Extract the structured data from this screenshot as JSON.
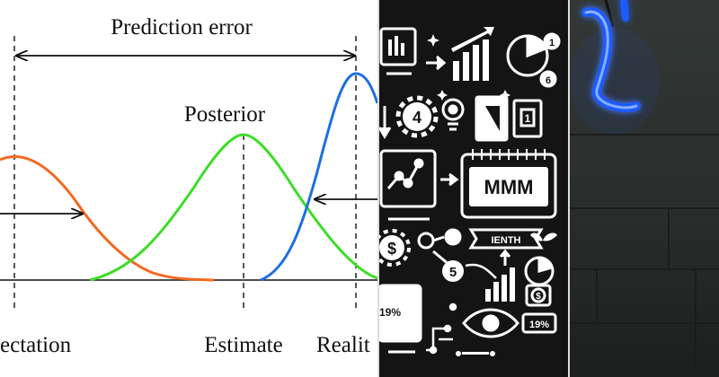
{
  "diagram": {
    "top_label": "Prediction error",
    "posterior_label": "Posterior",
    "x_labels": {
      "left": "ectation",
      "middle": "Estimate",
      "right": "Realit"
    },
    "colors": {
      "prior": "#f26a21",
      "posterior": "#3fdc2b",
      "likelihood": "#1f6fe0",
      "ink": "#111111"
    }
  },
  "icons_panel": {
    "background": "#141414",
    "foreground": "#ffffff",
    "labels": {
      "badge_1": "1",
      "badge_6": "6",
      "gear_number": "4",
      "doc_number": "1",
      "calendar_text": "MMM",
      "banner_text": "IENTH",
      "coin_number": "5",
      "percent_left": "19%",
      "percent_right": "19%"
    },
    "icon_names": [
      "monitor-icon",
      "arrow-right-icon",
      "bar-chart-icon",
      "pie-chart-icon",
      "gear-icon",
      "lightbulb-icon",
      "document-icon",
      "line-chart-monitor-icon",
      "calendar-icon",
      "dollar-gear-icon",
      "ribbon-icon",
      "coin-icon",
      "bar-chart-small-icon",
      "pie-chart-small-icon",
      "dollar-badge-icon",
      "eye-icon"
    ]
  },
  "neon_panel": {
    "background": "#2b302e",
    "neon_color": "#1e5cff"
  }
}
